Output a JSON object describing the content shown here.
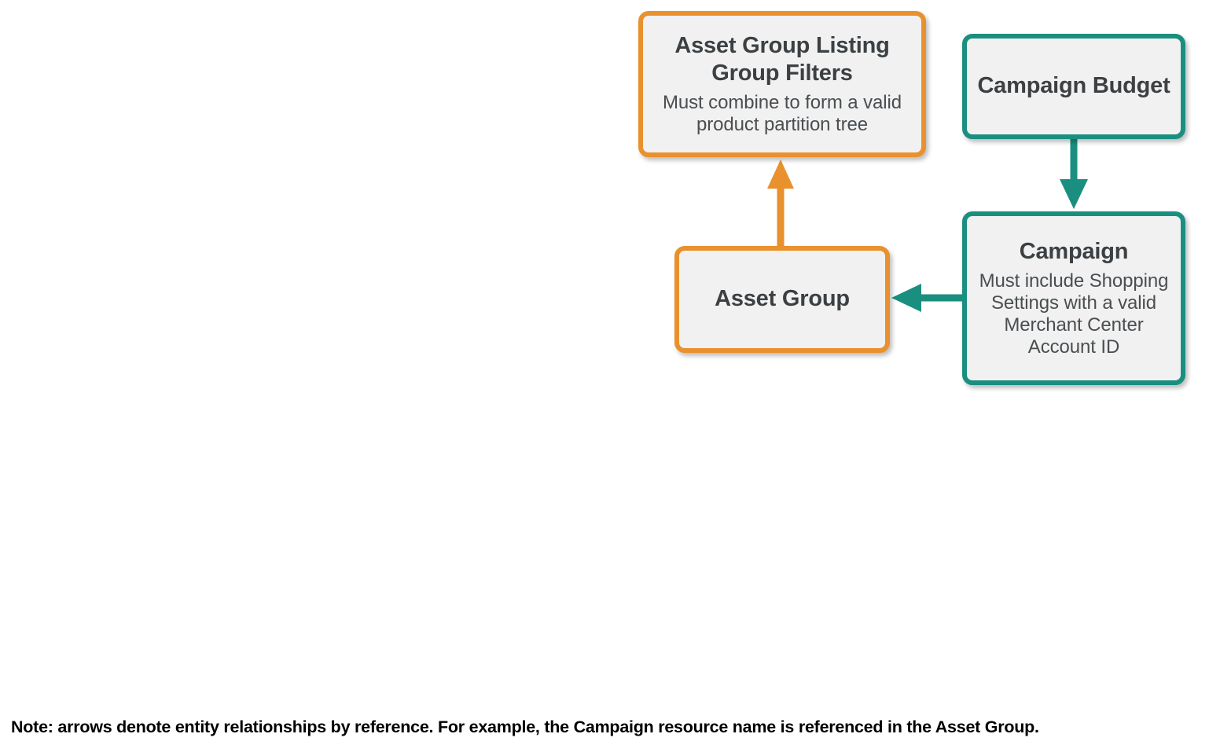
{
  "diagram": {
    "type": "entity-relationship",
    "colors": {
      "orange": "#e8912d",
      "teal": "#1a8f80",
      "node_fill": "#f1f1f1",
      "title_text": "#3c4043",
      "body_text": "#4a4e51",
      "note_text": "#000000",
      "background": "#ffffff"
    },
    "nodes": [
      {
        "id": "asset-group-listing-group-filters",
        "title": "Asset Group Listing Group Filters",
        "description": "Must combine to form a valid product partition tree",
        "color": "orange"
      },
      {
        "id": "asset-group",
        "title": "Asset Group",
        "description": "",
        "color": "orange"
      },
      {
        "id": "campaign-budget",
        "title": "Campaign Budget",
        "description": "",
        "color": "teal"
      },
      {
        "id": "campaign",
        "title": "Campaign",
        "description": "Must include Shopping Settings with a valid Merchant Center Account ID",
        "color": "teal"
      }
    ],
    "edges": [
      {
        "id": "asset-group-to-listing-group-filters",
        "from": "asset-group",
        "to": "asset-group-listing-group-filters",
        "direction": "up",
        "color": "orange"
      },
      {
        "id": "campaign-budget-to-campaign",
        "from": "campaign-budget",
        "to": "campaign",
        "direction": "down",
        "color": "teal"
      },
      {
        "id": "campaign-to-asset-group",
        "from": "campaign",
        "to": "asset-group",
        "direction": "left",
        "color": "teal"
      }
    ],
    "note": "Note: arrows denote entity relationships by reference. For example, the Campaign resource name is referenced in the Asset Group."
  }
}
